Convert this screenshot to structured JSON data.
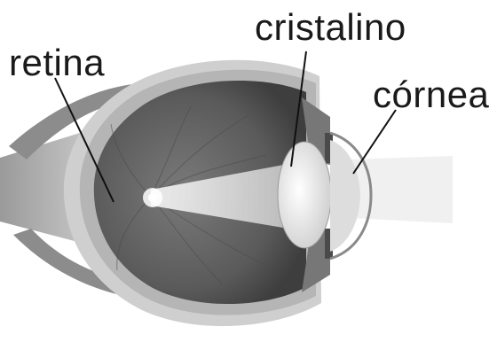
{
  "labels": {
    "retina": "retina",
    "lens": "cristalino",
    "cornea": "córnea"
  },
  "colors": {
    "eyeball_fill": "#5e5e5e",
    "sclera": "#d2d2d2",
    "light_beam": "#e8e8e8",
    "lens": "#e6e6e6",
    "label_text": "#1a1a1a"
  }
}
